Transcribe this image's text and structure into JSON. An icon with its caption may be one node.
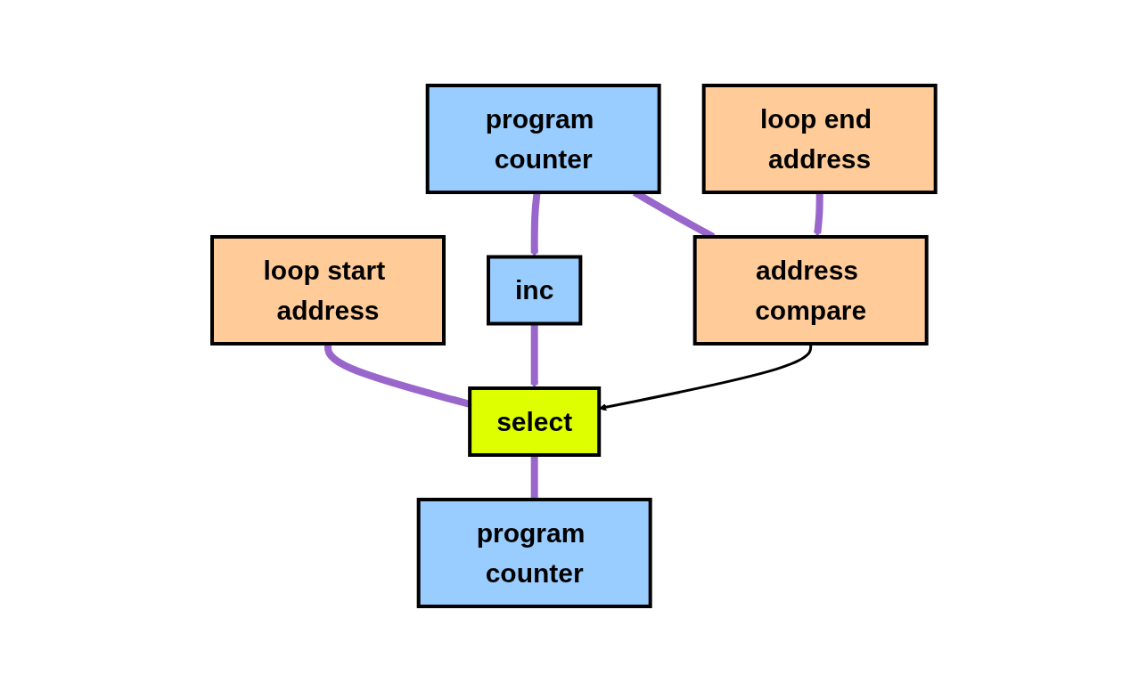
{
  "diagram": {
    "nodes": [
      {
        "text": [
          "program counter"
        ]
      },
      {
        "text": [
          "loop end address"
        ]
      },
      {
        "text": [
          "loop start address"
        ]
      },
      {
        "text": [
          "inc"
        ]
      },
      {
        "text": [
          "select"
        ]
      },
      {
        "text": [
          "address compare"
        ]
      },
      {
        "text": [
          "program counter"
        ]
      }
    ],
    "edges": [
      {
        "from": 0,
        "to": 3,
        "arrow": "to"
      },
      {
        "from": 0,
        "to": 5,
        "arrow": "none"
      },
      {
        "from": 1,
        "to": 5,
        "arrow": "to"
      },
      {
        "from": 2,
        "to": 4,
        "arrow": "none"
      },
      {
        "from": 3,
        "to": 4,
        "arrow": "to"
      },
      {
        "from": 5,
        "to": 4,
        "arrow": "to",
        "color": "#000000"
      },
      {
        "from": 4,
        "to": 6,
        "arrow": "none"
      }
    ]
  }
}
